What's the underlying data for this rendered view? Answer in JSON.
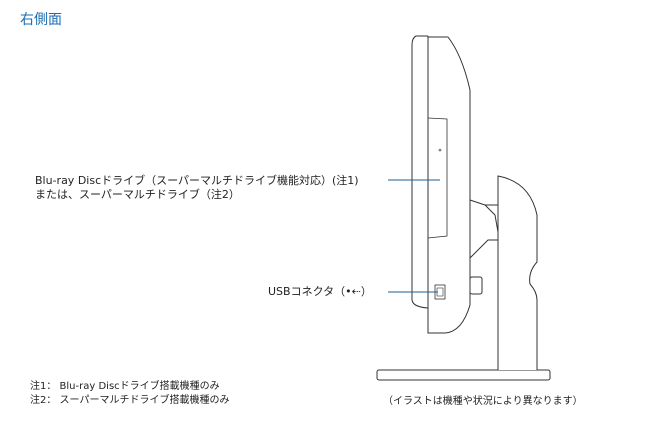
{
  "title": "右側面",
  "callouts": {
    "drive_line1": "Blu-ray Discドライブ（スーパーマルチドライブ機能対応）(注1)",
    "drive_line2": "または、スーパーマルチドライブ（注2）",
    "usb": "USBコネクタ（",
    "usb_icon": "usb-icon",
    "usb_close": "）"
  },
  "notes": [
    "注1： Blu-ray Discドライブ搭載機種のみ",
    "注2： スーパーマルチドライブ搭載機種のみ"
  ],
  "caption": "（イラストは機種や状況により異なります）",
  "colors": {
    "accent": "#1a6cb3",
    "line": "#1a5f94",
    "drawing": "#333333"
  }
}
